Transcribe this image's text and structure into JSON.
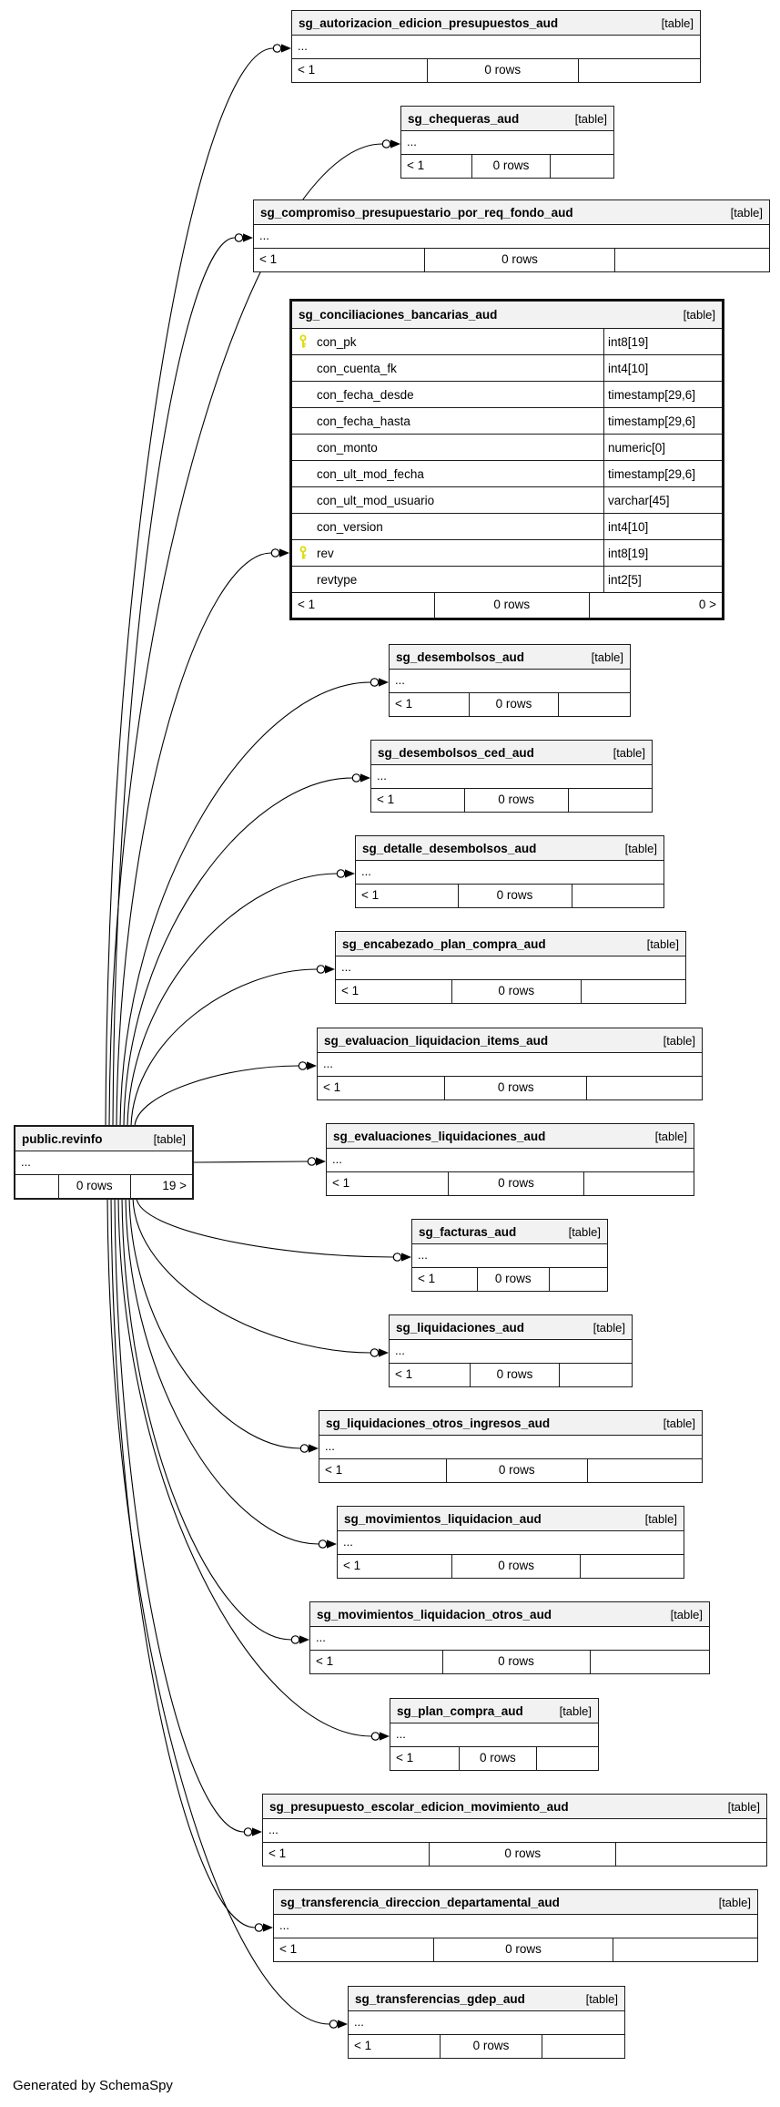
{
  "footer_note": "Generated by SchemaSpy",
  "diagram": {
    "ellipsis": "...",
    "tables": [
      {
        "id": "aut",
        "name": "sg_autorizacion_edicion_presupuestos_aud",
        "tag": "[table]",
        "footer": {
          "left": "< 1",
          "center": "0 rows",
          "right": ""
        }
      },
      {
        "id": "cheq",
        "name": "sg_chequeras_aud",
        "tag": "[table]",
        "footer": {
          "left": "< 1",
          "center": "0 rows",
          "right": ""
        }
      },
      {
        "id": "comp",
        "name": "sg_compromiso_presupuestario_por_req_fondo_aud",
        "tag": "[table]",
        "footer": {
          "left": "< 1",
          "center": "0 rows",
          "right": ""
        }
      },
      {
        "id": "conc",
        "name": "sg_conciliaciones_bancarias_aud",
        "tag": "[table]",
        "columns": [
          {
            "name": "con_pk",
            "type": "int8[19]",
            "key": true
          },
          {
            "name": "con_cuenta_fk",
            "type": "int4[10]",
            "key": false
          },
          {
            "name": "con_fecha_desde",
            "type": "timestamp[29,6]",
            "key": false
          },
          {
            "name": "con_fecha_hasta",
            "type": "timestamp[29,6]",
            "key": false
          },
          {
            "name": "con_monto",
            "type": "numeric[0]",
            "key": false
          },
          {
            "name": "con_ult_mod_fecha",
            "type": "timestamp[29,6]",
            "key": false
          },
          {
            "name": "con_ult_mod_usuario",
            "type": "varchar[45]",
            "key": false
          },
          {
            "name": "con_version",
            "type": "int4[10]",
            "key": false
          },
          {
            "name": "rev",
            "type": "int8[19]",
            "key": true
          },
          {
            "name": "revtype",
            "type": "int2[5]",
            "key": false
          }
        ],
        "footer": {
          "left": "< 1",
          "center": "0 rows",
          "right": "0 >"
        }
      },
      {
        "id": "dese",
        "name": "sg_desembolsos_aud",
        "tag": "[table]",
        "footer": {
          "left": "< 1",
          "center": "0 rows",
          "right": ""
        }
      },
      {
        "id": "deseced",
        "name": "sg_desembolsos_ced_aud",
        "tag": "[table]",
        "footer": {
          "left": "< 1",
          "center": "0 rows",
          "right": ""
        }
      },
      {
        "id": "detdese",
        "name": "sg_detalle_desembolsos_aud",
        "tag": "[table]",
        "footer": {
          "left": "< 1",
          "center": "0 rows",
          "right": ""
        }
      },
      {
        "id": "encplan",
        "name": "sg_encabezado_plan_compra_aud",
        "tag": "[table]",
        "footer": {
          "left": "< 1",
          "center": "0 rows",
          "right": ""
        }
      },
      {
        "id": "evalitems",
        "name": "sg_evaluacion_liquidacion_items_aud",
        "tag": "[table]",
        "footer": {
          "left": "< 1",
          "center": "0 rows",
          "right": ""
        }
      },
      {
        "id": "evalsliq",
        "name": "sg_evaluaciones_liquidaciones_aud",
        "tag": "[table]",
        "footer": {
          "left": "< 1",
          "center": "0 rows",
          "right": ""
        }
      },
      {
        "id": "fact",
        "name": "sg_facturas_aud",
        "tag": "[table]",
        "footer": {
          "left": "< 1",
          "center": "0 rows",
          "right": ""
        }
      },
      {
        "id": "liq",
        "name": "sg_liquidaciones_aud",
        "tag": "[table]",
        "footer": {
          "left": "< 1",
          "center": "0 rows",
          "right": ""
        }
      },
      {
        "id": "liqotros",
        "name": "sg_liquidaciones_otros_ingresos_aud",
        "tag": "[table]",
        "footer": {
          "left": "< 1",
          "center": "0 rows",
          "right": ""
        }
      },
      {
        "id": "movliq",
        "name": "sg_movimientos_liquidacion_aud",
        "tag": "[table]",
        "footer": {
          "left": "< 1",
          "center": "0 rows",
          "right": ""
        }
      },
      {
        "id": "movliqotros",
        "name": "sg_movimientos_liquidacion_otros_aud",
        "tag": "[table]",
        "footer": {
          "left": "< 1",
          "center": "0 rows",
          "right": ""
        }
      },
      {
        "id": "plan",
        "name": "sg_plan_compra_aud",
        "tag": "[table]",
        "footer": {
          "left": "< 1",
          "center": "0 rows",
          "right": ""
        }
      },
      {
        "id": "presesc",
        "name": "sg_presupuesto_escolar_edicion_movimiento_aud",
        "tag": "[table]",
        "footer": {
          "left": "< 1",
          "center": "0 rows",
          "right": ""
        }
      },
      {
        "id": "transdir",
        "name": "sg_transferencia_direccion_departamental_aud",
        "tag": "[table]",
        "footer": {
          "left": "< 1",
          "center": "0 rows",
          "right": ""
        }
      },
      {
        "id": "transgdep",
        "name": "sg_transferencias_gdep_aud",
        "tag": "[table]",
        "footer": {
          "left": "< 1",
          "center": "0 rows",
          "right": ""
        }
      },
      {
        "id": "revinfo",
        "name": "public.revinfo",
        "tag": "[table]",
        "footer": {
          "left": "",
          "center": "0 rows",
          "right": "19 >"
        }
      }
    ],
    "connections": [
      {
        "from": "revinfo",
        "to": "aut"
      },
      {
        "from": "revinfo",
        "to": "cheq"
      },
      {
        "from": "revinfo",
        "to": "comp"
      },
      {
        "from": "revinfo",
        "to": "conc"
      },
      {
        "from": "revinfo",
        "to": "dese"
      },
      {
        "from": "revinfo",
        "to": "deseced"
      },
      {
        "from": "revinfo",
        "to": "detdese"
      },
      {
        "from": "revinfo",
        "to": "encplan"
      },
      {
        "from": "revinfo",
        "to": "evalitems"
      },
      {
        "from": "revinfo",
        "to": "evalsliq"
      },
      {
        "from": "revinfo",
        "to": "fact"
      },
      {
        "from": "revinfo",
        "to": "liq"
      },
      {
        "from": "revinfo",
        "to": "liqotros"
      },
      {
        "from": "revinfo",
        "to": "movliq"
      },
      {
        "from": "revinfo",
        "to": "movliqotros"
      },
      {
        "from": "revinfo",
        "to": "plan"
      },
      {
        "from": "revinfo",
        "to": "presesc"
      },
      {
        "from": "revinfo",
        "to": "transdir"
      },
      {
        "from": "revinfo",
        "to": "transgdep"
      }
    ]
  }
}
